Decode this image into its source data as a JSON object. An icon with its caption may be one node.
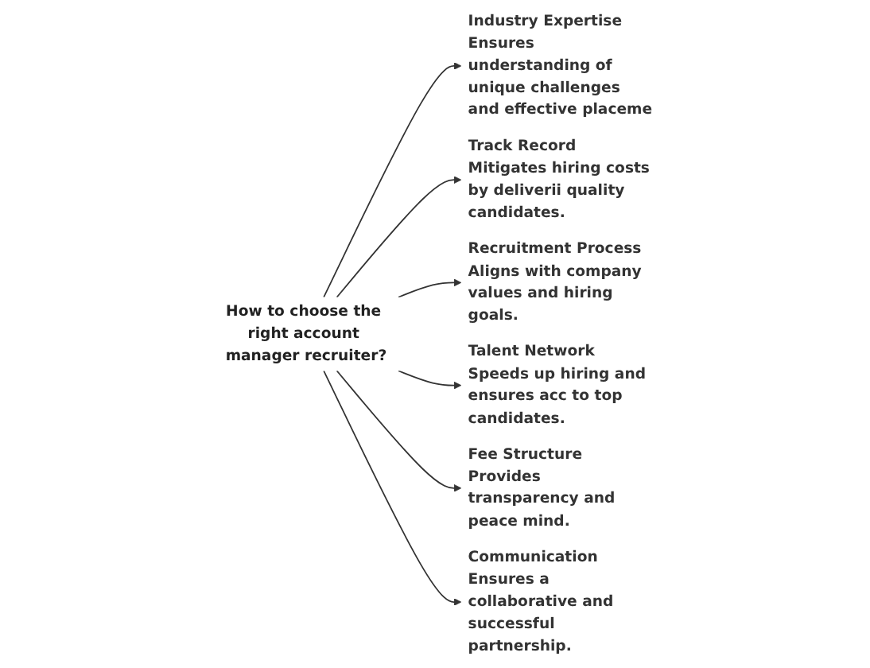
{
  "diagram": {
    "nodes": [
      {
        "text": [
          "How to choose the right account manager recruiter?"
        ]
      },
      {
        "text": [
          "Industry Expertise",
          "Ensures understanding of unique challenges and effective placeme"
        ]
      },
      {
        "text": [
          "Track Record",
          "Mitigates hiring costs by deliverii quality candidates."
        ]
      },
      {
        "text": [
          "Recruitment Process",
          "Aligns with company values and hiring goals."
        ]
      },
      {
        "text": [
          "Talent Network",
          "Speeds up hiring and ensures acc to top candidates."
        ]
      },
      {
        "text": [
          "Fee Structure",
          "Provides transparency and peace mind."
        ]
      },
      {
        "text": [
          "Communication",
          "Ensures a collaborative and successful partnership."
        ]
      }
    ],
    "edges": [
      {
        "from": 0,
        "to": 1,
        "arrow": "to"
      },
      {
        "from": 0,
        "to": 2,
        "arrow": "to"
      },
      {
        "from": 0,
        "to": 3,
        "arrow": "to"
      },
      {
        "from": 0,
        "to": 4,
        "arrow": "to"
      },
      {
        "from": 0,
        "to": 5,
        "arrow": "to"
      },
      {
        "from": 0,
        "to": 6,
        "arrow": "to"
      }
    ]
  }
}
